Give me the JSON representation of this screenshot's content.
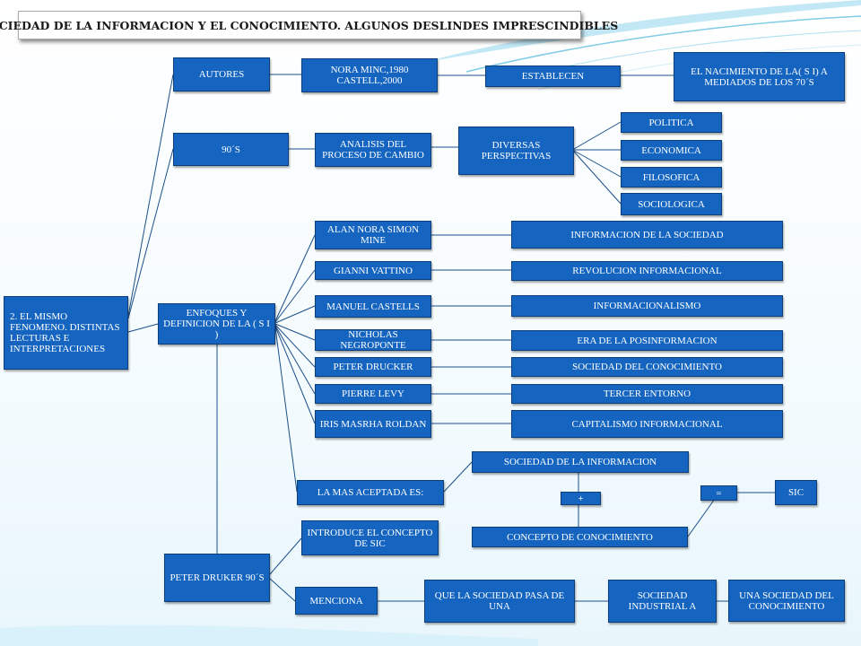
{
  "title": "SOCIEDAD DE LA INFORMACION Y EL CONOCIMIENTO. ALGUNOS DESLINDES IMPRESCINDIBLES",
  "colors": {
    "node": "#1565c0",
    "connector": "#1b4f8a",
    "background_swoosh": "#4fb6dc"
  },
  "nodes": {
    "root": "2. EL MISMO FENOMENO. DISTINTAS LECTURAS E INTERPRETACIONES",
    "autores": "AUTORES",
    "nora_castell": "NORA MINC,1980 CASTELL,2000",
    "establecen": "ESTABLECEN",
    "nacimiento": "EL NACIMIENTO DE LA( S I) A MEDIADOS DE LOS 70´S",
    "noventas": "90´S",
    "analisis": "ANALISIS DEL PROCESO DE CAMBIO",
    "diversas": "DIVERSAS PERSPECTIVAS",
    "politica": "POLITICA",
    "economica": "ECONOMICA",
    "filosofica": "FILOSOFICA",
    "sociologica": "SOCIOLOGICA",
    "enfoques": "ENFOQUES Y DEFINICION DE LA ( S I )",
    "alan_nora": "ALAN NORA SIMON MINE",
    "informacion_sociedad": "INFORMACION DE LA SOCIEDAD",
    "vattino": "GIANNI VATTINO",
    "revolucion": "REVOLUCION INFORMACIONAL",
    "castells": "MANUEL CASTELLS",
    "informacionalismo": "INFORMACIONALISMO",
    "negroponte": "NICHOLAS NEGROPONTE",
    "posinformacion": "ERA DE LA POSINFORMACION",
    "drucker": "PETER DRUCKER",
    "soc_conocimiento": "SOCIEDAD DEL CONOCIMIENTO",
    "levy": "PIERRE LEVY",
    "tercer_entorno": "TERCER ENTORNO",
    "masrha": "IRIS MASRHA ROLDAN",
    "capitalismo": "CAPITALISMO INFORMACIONAL",
    "mas_aceptada": "LA MAS ACEPTADA ES:",
    "soc_informacion": "SOCIEDAD DE LA INFORMACION",
    "plus": "+",
    "concepto": "CONCEPTO DE CONOCIMIENTO",
    "equals": "=",
    "sic": "SIC",
    "druker_90s": "PETER DRUKER 90´S",
    "introduce": "INTRODUCE EL CONCEPTO DE SIC",
    "menciona": "MENCIONA",
    "que_sociedad": "QUE LA SOCIEDAD PASA DE UNA",
    "industrial": "SOCIEDAD INDUSTRIAL A",
    "una_sociedad": "UNA SOCIEDAD DEL CONOCIMIENTO"
  }
}
